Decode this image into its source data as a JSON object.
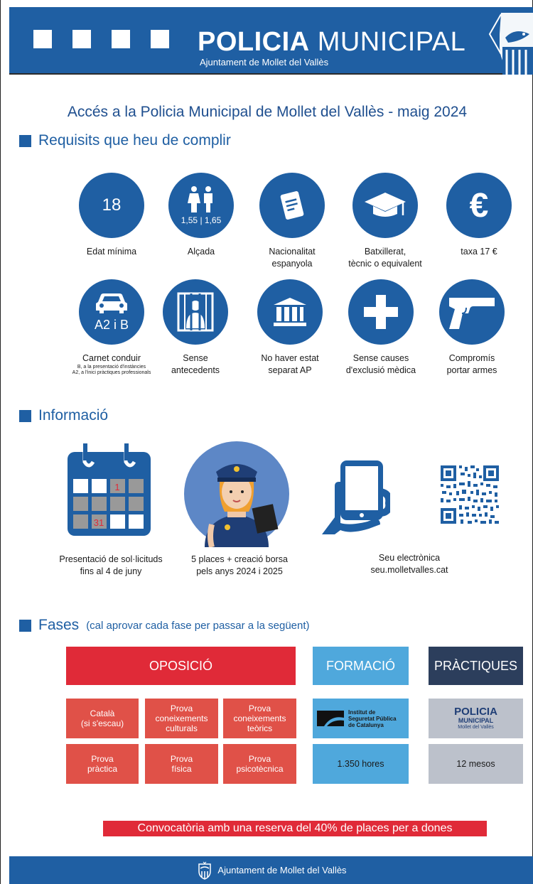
{
  "header": {
    "brand_bold": "POLICIA",
    "brand_regular": "MUNICIPAL",
    "subtitle": "Ajuntament de Mollet del Vallès"
  },
  "title": "Accés a la Policia Municipal de Mollet del Vallès - maig 2024",
  "requirements": {
    "heading": "Requisits que heu de complir",
    "items": [
      {
        "value": "18",
        "label": "Edat mínima",
        "icon": "age-icon"
      },
      {
        "value": "1,55 | 1,65",
        "label": "Alçada",
        "icon": "people-height-icon"
      },
      {
        "label_line1": "Nacionalitat",
        "label_line2": "espanyola",
        "icon": "passport-icon"
      },
      {
        "label_line1": "Batxillerat,",
        "label_line2": "tècnic o equivalent",
        "icon": "graduation-cap-icon"
      },
      {
        "label": "taxa 17 €",
        "icon": "euro-icon"
      },
      {
        "value": "A2 i B",
        "label": "Carnet conduir",
        "note1": "B, a la presentació d'instàncies",
        "note2": "A2, a l'inici pràctiques professionals",
        "icon": "car-icon"
      },
      {
        "label_line1": "Sense",
        "label_line2": "antecedents",
        "icon": "jail-icon"
      },
      {
        "label_line1": "No haver estat",
        "label_line2": "separat AP",
        "icon": "institution-icon"
      },
      {
        "label_line1": "Sense causes",
        "label_line2": "d'exclusió mèdica",
        "icon": "medical-cross-icon"
      },
      {
        "label_line1": "Compromís",
        "label_line2": "portar armes",
        "icon": "pistol-icon"
      }
    ]
  },
  "information": {
    "heading": "Informació",
    "calendar_first_day": "1",
    "calendar_last_day": "31",
    "deadline_line1": "Presentació de sol·licituds",
    "deadline_line2": "fins al 4 de juny",
    "places_line1": "5 places + creació borsa",
    "places_line2": "pels anys 2024 i 2025",
    "web_line1": "Seu electrònica",
    "web_line2": "seu.molletvalles.cat"
  },
  "phases": {
    "heading": "Fases",
    "heading_note": "(cal aprovar cada fase per passar a la següent)",
    "oposicio": {
      "title": "OPOSICIÓ",
      "tests": [
        "Català\n(si s'escau)",
        "Prova\nconeixements\nculturals",
        "Prova\nconeixements\nteòrics",
        "Prova\npràctica",
        "Prova\nfísica",
        "Prova\npsicotècnica"
      ]
    },
    "formacio": {
      "title": "FORMACIÓ",
      "institute_line1": "Institut de",
      "institute_line2": "Seguretat Pública",
      "institute_line3": "de Catalunya",
      "hours": "1.350 hores"
    },
    "practiques": {
      "title": "PRÀCTIQUES",
      "logo_line1": "POLICIA",
      "logo_line2": "MUNICIPAL",
      "logo_line3": "Mollet del Vallès",
      "duration": "12 mesos"
    }
  },
  "banner": "Convocatòria amb una reserva del 40% de places per a dones",
  "footer": "Ajuntament de Mollet del Vallès",
  "colors": {
    "primary_blue": "#1f5fa3",
    "title_blue": "#1f4f8f",
    "oposicio_red": "#e02a38",
    "test_red": "#e05148",
    "formacio_blue": "#4fa8dc",
    "practiques_navy": "#2c3e5c",
    "practiques_grey": "#bcc1cb"
  }
}
